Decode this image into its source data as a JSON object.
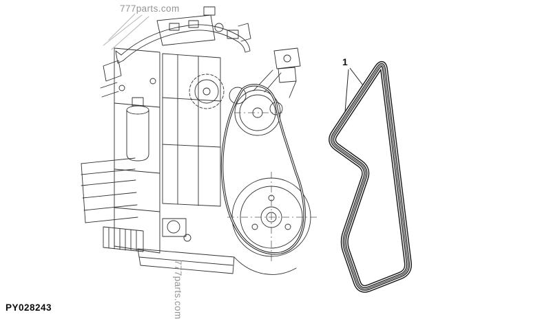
{
  "page": {
    "background_color": "#ffffff"
  },
  "watermarks": {
    "top_text": "777parts.com",
    "bottom_text": "777parts.com"
  },
  "figure": {
    "part_number": "PY028243",
    "callouts": [
      {
        "label": "1",
        "target": "serpentine-belt"
      }
    ]
  },
  "colors": {
    "line_art": "#2f2f2f",
    "belt": "#1c1c1c",
    "watermark": "#949494",
    "label_text": "#111111"
  }
}
